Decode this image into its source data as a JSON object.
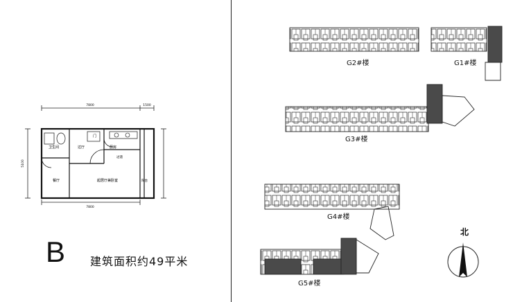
{
  "unit": {
    "letter": "B",
    "area_text": "建筑面积约49平米"
  },
  "floorplan": {
    "dims": {
      "top_total": "7800",
      "top_right": "1500",
      "bottom_total": "7800",
      "left_height": "5100"
    },
    "rooms": {
      "bathroom": "卫生间",
      "corridor": "过厅",
      "kitchen": "厨房",
      "entry": "门",
      "dining": "餐厅",
      "living_bedroom": "起居厅兼卧室",
      "balcony": "阳台",
      "aisle": "过道"
    }
  },
  "buildings": [
    {
      "id": "g2",
      "label": "G2#楼"
    },
    {
      "id": "g1",
      "label": "G1#楼"
    },
    {
      "id": "g3",
      "label": "G3#楼"
    },
    {
      "id": "g4",
      "label": "G4#楼"
    },
    {
      "id": "g5",
      "label": "G5#楼"
    }
  ],
  "compass": {
    "label": "北"
  },
  "colors": {
    "line": "#222222",
    "highlight": "#4a4a4a"
  }
}
